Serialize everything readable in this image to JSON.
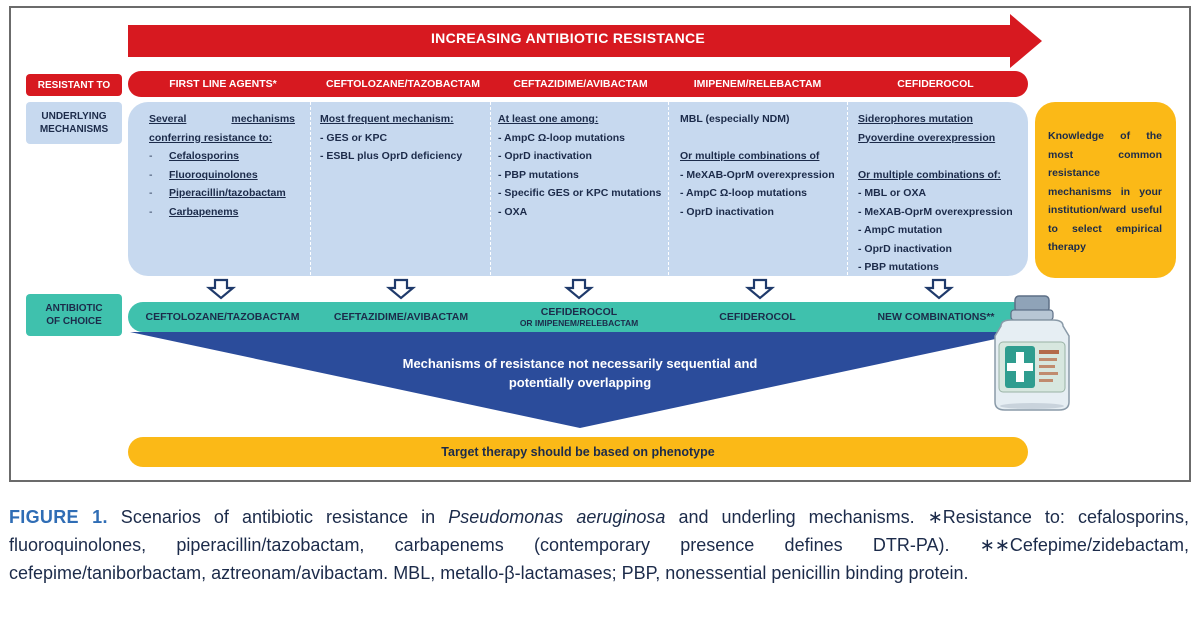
{
  "banner": "INCREASING ANTIBIOTIC RESISTANCE",
  "row_labels": {
    "resistant_to": "RESISTANT TO",
    "mechanisms": [
      "UNDERLYING",
      "MECHANISMS"
    ],
    "choice": [
      "ANTIBIOTIC",
      "OF CHOICE"
    ]
  },
  "columns": [
    {
      "header": "FIRST LINE AGENTS*"
    },
    {
      "header": "CEFTOLOZANE/TAZOBACTAM"
    },
    {
      "header": "CEFTAZIDIME/AVIBACTAM"
    },
    {
      "header": "IMIPENEM/RELEBACTAM"
    },
    {
      "header": "CEFIDEROCOL"
    }
  ],
  "mech1": {
    "title_l1_a": "Several",
    "title_l1_b": "mechanisms",
    "title_l2": "conferring resistance to:",
    "items": [
      "Cefalosporins",
      "Fluoroquinolones",
      "Piperacillin/tazobactam",
      "Carbapenems"
    ]
  },
  "mech2": {
    "title": "Most frequent mechanism:",
    "items": [
      "- GES or KPC",
      "- ESBL plus OprD deficiency"
    ]
  },
  "mech3": {
    "title": "At least one among:",
    "items": [
      "- AmpC Ω-loop mutations",
      "- OprD inactivation",
      "- PBP mutations",
      "- Specific GES or KPC mutations",
      "- OXA"
    ]
  },
  "mech4": {
    "first": "MBL (especially NDM)",
    "title": "Or multiple combinations of",
    "items": [
      "- MeXAB-OprM overexpression",
      "- AmpC Ω-loop mutations",
      "- OprD inactivation"
    ]
  },
  "mech5": {
    "top": [
      "Siderophores mutation",
      "Pyoverdine overexpression"
    ],
    "title": "Or multiple combinations of:",
    "items": [
      "- MBL or OXA",
      "- MeXAB-OprM overexpression",
      "- AmpC mutation",
      "- OprD inactivation",
      "- PBP mutations"
    ]
  },
  "knowledge_note": "Knowledge of the most common resistance mechanisms in your institution/ward useful to select empirical therapy",
  "choices": {
    "c1": "CEFTOLOZANE/TAZOBACTAM",
    "c2": "CEFTAZIDIME/AVIBACTAM",
    "c3_main": "CEFIDEROCOL",
    "c3_sub": "OR IMIPENEM/RELEBACTAM",
    "c4": "CEFIDEROCOL",
    "c5": "NEW COMBINATIONS**"
  },
  "triangle_text": "Mechanisms of resistance not necessarily sequential and potentially overlapping",
  "target_bar": "Target therapy should be based on phenotype",
  "caption": {
    "label": "FIGURE 1.",
    "text_1": " Scenarios of antibiotic resistance in ",
    "species": "Pseudomonas aeruginosa",
    "text_2": " and underling mechanisms. ∗Resistance to: cefalosporins, fluoroquinolones, piperacillin/tazobactam, carbapenems (contemporary presence defines DTR-PA). ∗∗Cefepime/zidebactam, cefepime/taniborbactam, aztreonam/avibactam. MBL, metallo-β-lactamases; PBP, nonessential penicillin binding protein."
  },
  "colors": {
    "red": "#d71920",
    "light_blue": "#c7d9ef",
    "teal": "#3fc1ad",
    "navy": "#2b4c9b",
    "orange": "#fbb917"
  },
  "icons": [
    "down-arrow-icon",
    "medicine-bottle-icon"
  ]
}
